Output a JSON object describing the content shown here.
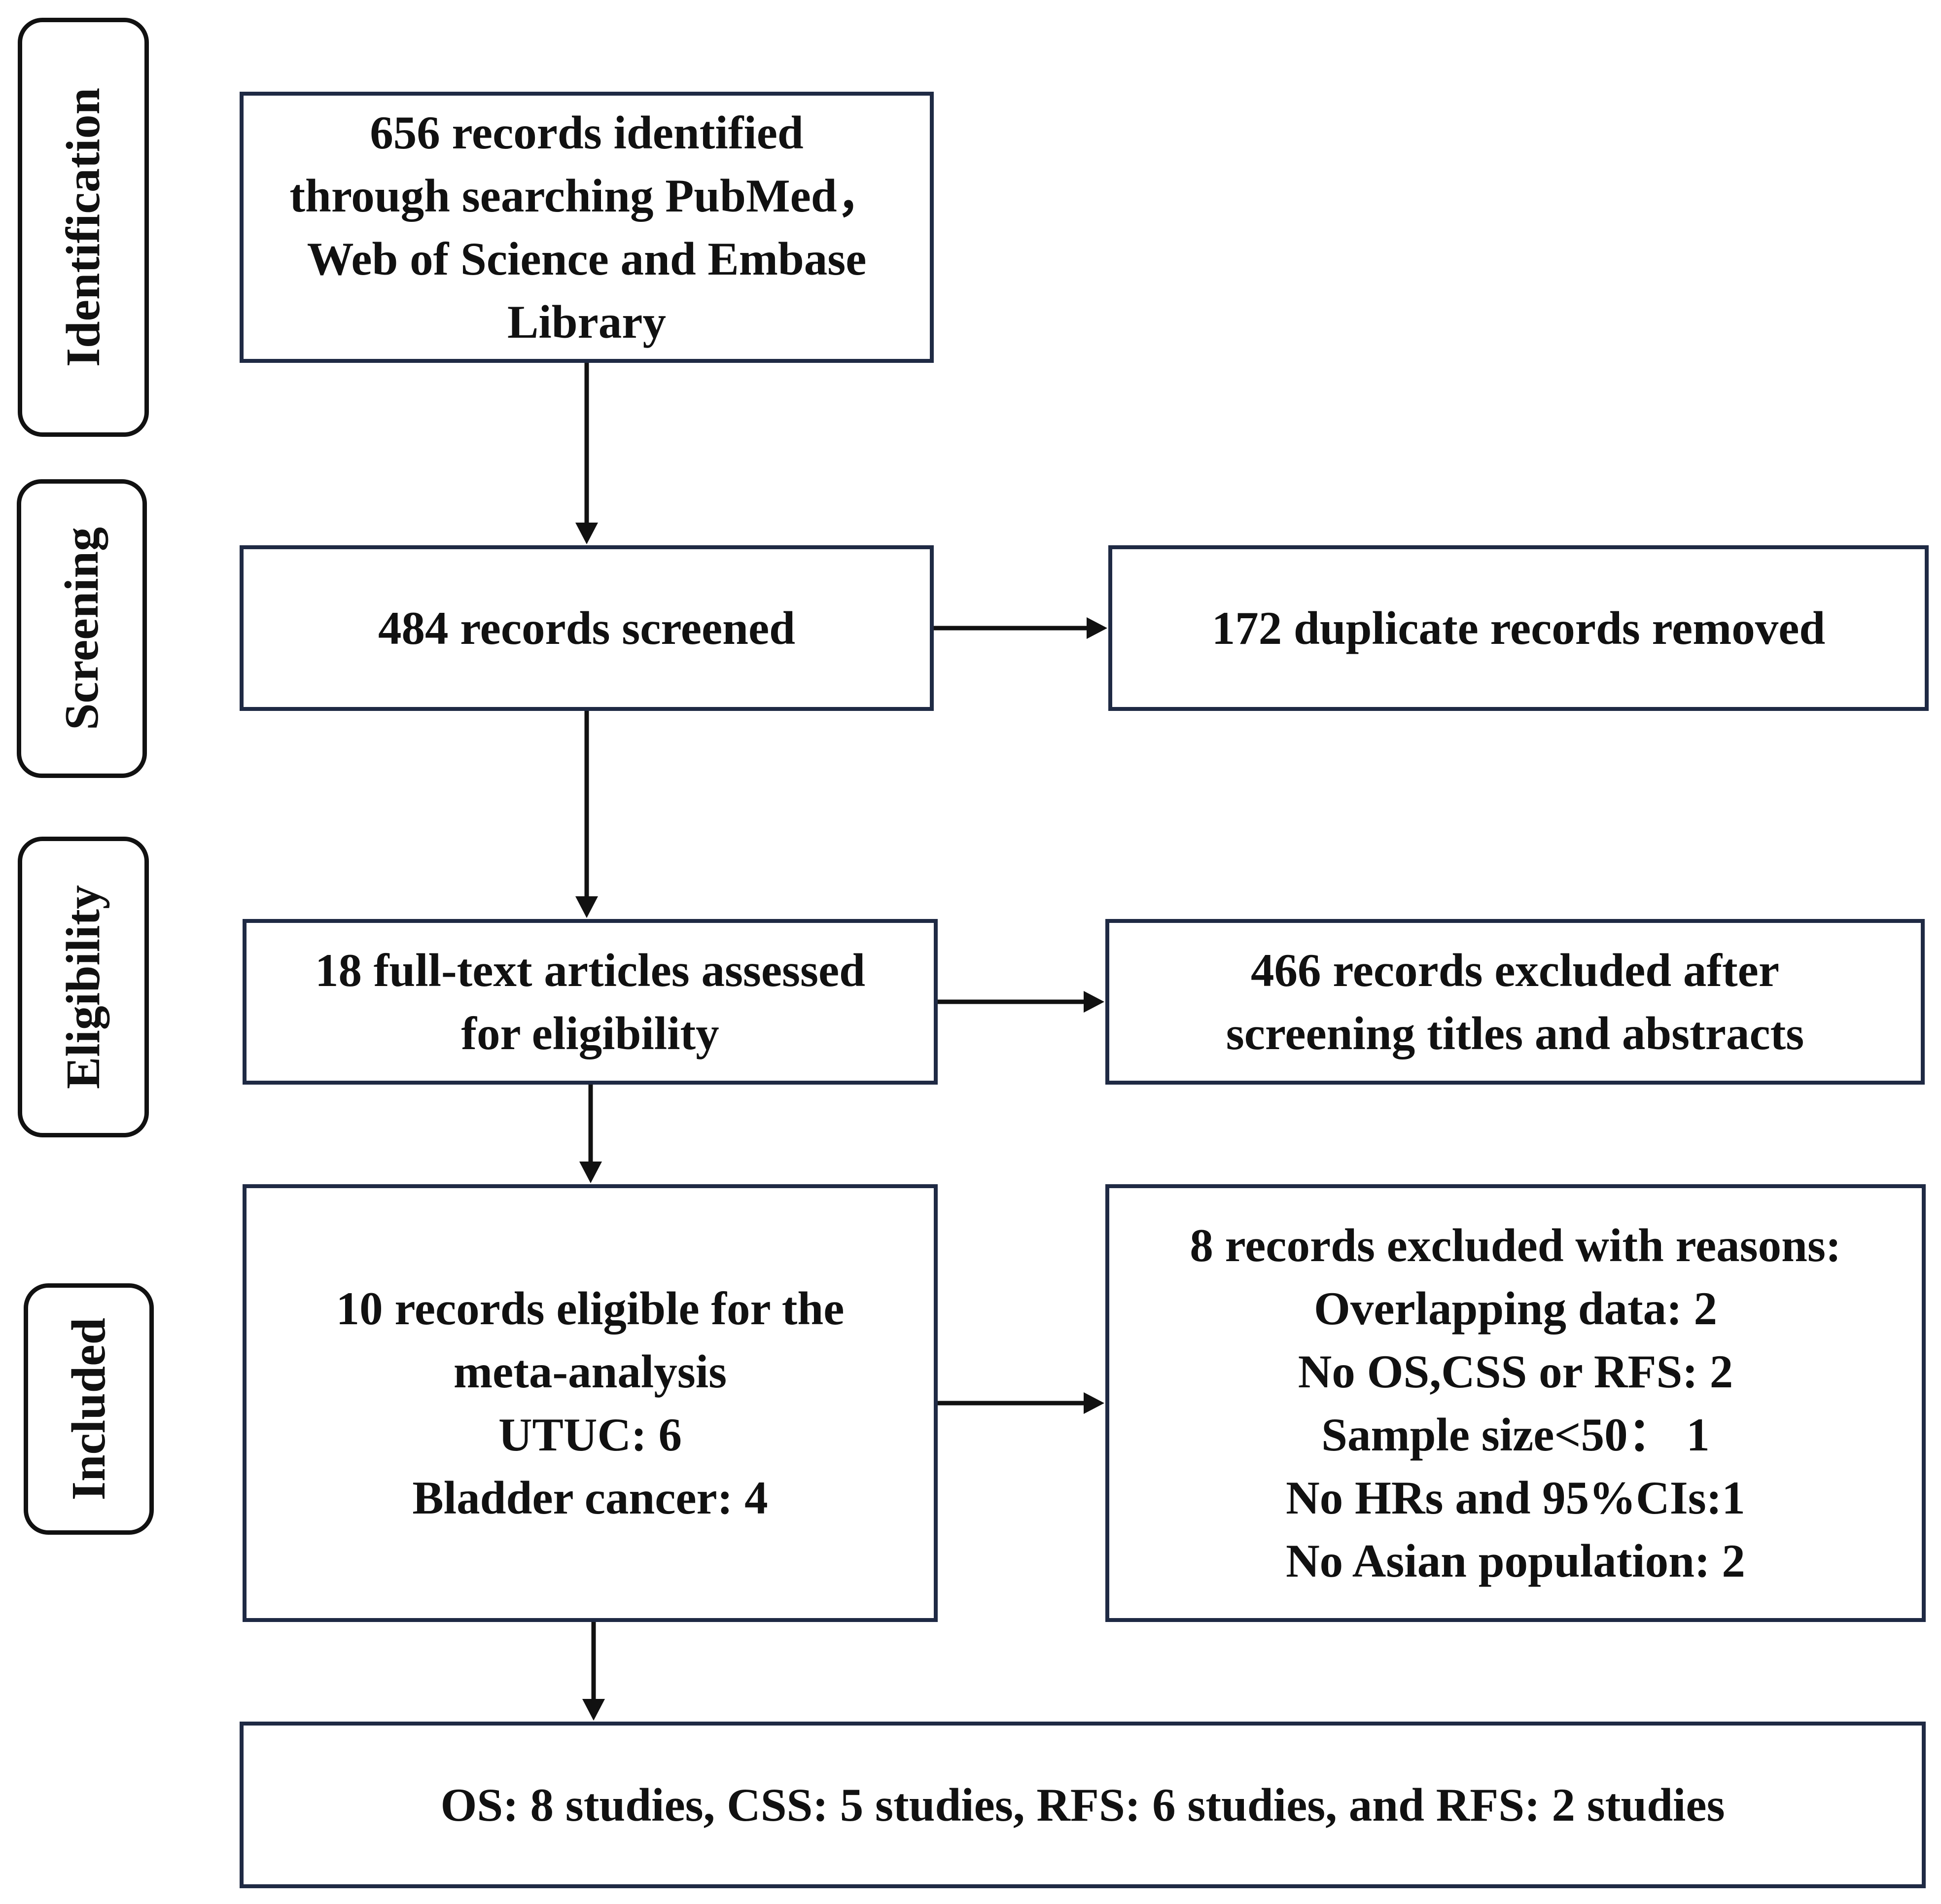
{
  "stages": {
    "identification": "Identification",
    "screening": "Screening",
    "eligibility": "Eligibility",
    "included": "Included"
  },
  "boxes": {
    "identified": {
      "lines": [
        "656 records identified",
        "through searching PubMed，",
        "Web of Science and Embase",
        "Library"
      ]
    },
    "screened": {
      "lines": [
        "484 records screened"
      ]
    },
    "duplicates": {
      "lines": [
        "172 duplicate records removed"
      ]
    },
    "fulltext": {
      "lines": [
        "18 full-text articles assessed",
        "for eligibility"
      ]
    },
    "excluded_titles": {
      "lines": [
        "466 records excluded after",
        "screening titles and abstracts"
      ]
    },
    "eligible": {
      "lines": [
        "10 records eligible for the",
        "meta-analysis",
        "UTUC: 6",
        "Bladder cancer: 4"
      ]
    },
    "excluded_reasons": {
      "lines": [
        "8 records excluded with reasons:",
        "Overlapping data: 2",
        "No OS,CSS or RFS: 2",
        "Sample size<50：  1",
        "No HRs and 95%CIs:1",
        "No Asian population: 2"
      ]
    },
    "outcomes": {
      "lines": [
        "OS: 8 studies, CSS: 5 studies, RFS: 6 studies, and RFS: 2 studies"
      ]
    }
  }
}
